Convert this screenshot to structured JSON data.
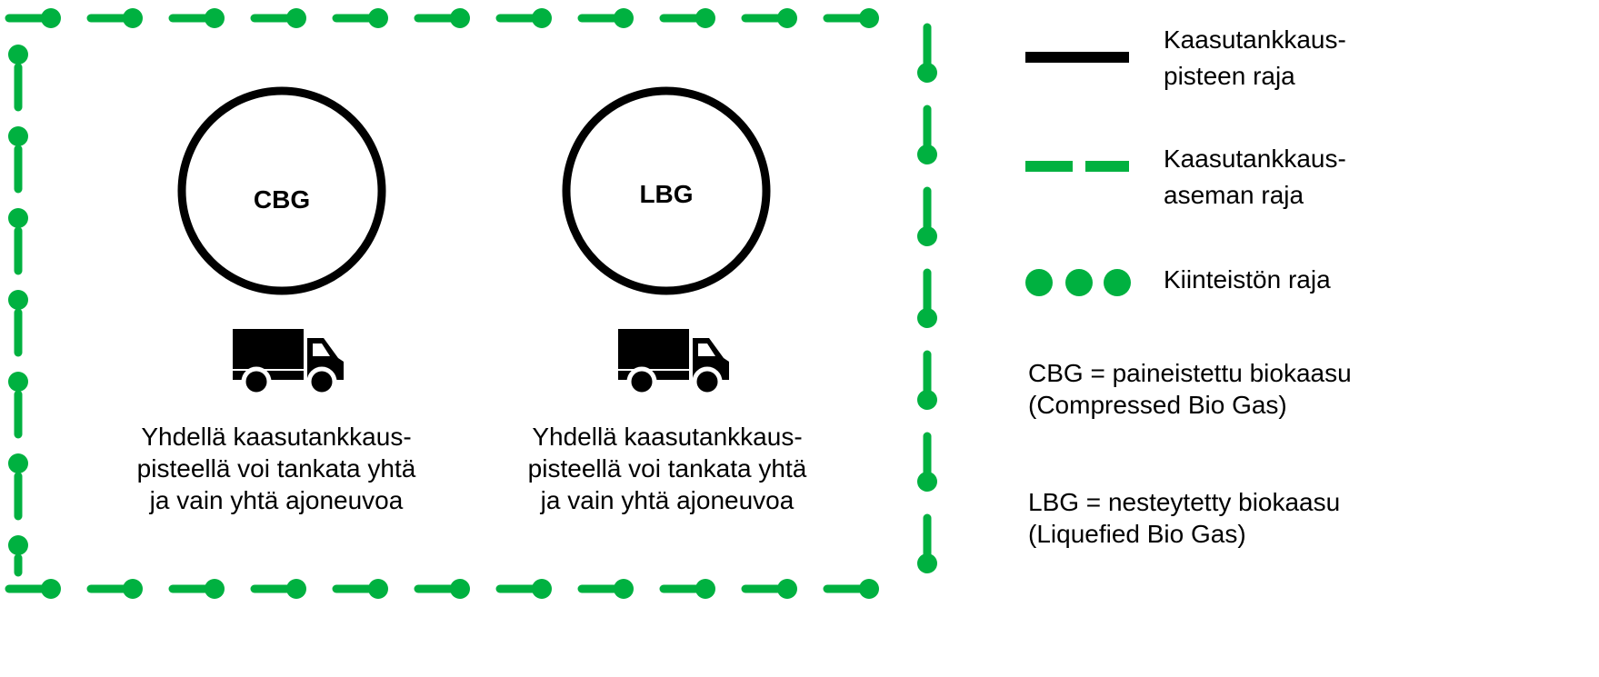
{
  "colors": {
    "green": "#00b140",
    "black": "#000000"
  },
  "pumps": [
    {
      "label": "CBG",
      "icon": "truck-icon",
      "caption": [
        "Yhdellä kaasutankkaus-",
        "pisteellä voi tankata yhtä",
        "ja vain yhtä ajoneuvoa"
      ]
    },
    {
      "label": "LBG",
      "icon": "truck-icon",
      "caption": [
        "Yhdellä kaasutankkaus-",
        "pisteellä voi tankata yhtä",
        "ja vain yhtä ajoneuvoa"
      ]
    }
  ],
  "legend": [
    {
      "line_style": "solid-black",
      "text": [
        "Kaasutankkaus-",
        "pisteen raja"
      ]
    },
    {
      "line_style": "dashed-green",
      "text": [
        "Kaasutankkaus-",
        "aseman raja"
      ]
    },
    {
      "line_style": "dotted-green",
      "text": [
        "Kiinteistön raja"
      ]
    }
  ],
  "notes": [
    [
      "CBG = paineistettu biokaasu",
      "(Compressed Bio Gas)"
    ],
    [
      "LBG = nesteytetty biokaasu",
      "(Liquefied Bio Gas)"
    ]
  ]
}
